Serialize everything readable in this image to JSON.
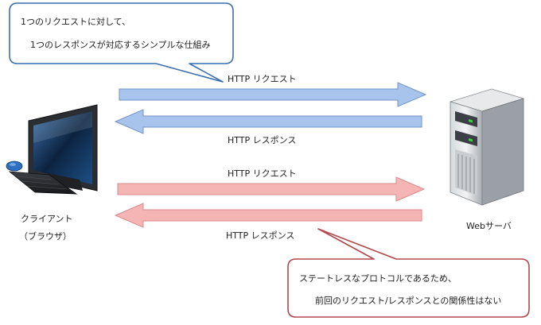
{
  "callouts": {
    "top": {
      "line1": "1つのリクエストに対して、",
      "line2": "1つのレスポンスが対応するシンプルな仕組み",
      "border": "#3c6fb0"
    },
    "bottom": {
      "line1": "ステートレスなプロトコルであるため、",
      "line2": "前回のリクエスト/レスポンスとの関係性はない",
      "border": "#b0484c"
    }
  },
  "arrows": {
    "request_1": {
      "label": "HTTP リクエスト",
      "direction": "right",
      "color": "#a9c4ec"
    },
    "response_1": {
      "label": "HTTP レスポンス",
      "direction": "left",
      "color": "#a9c4ec"
    },
    "request_2": {
      "label": "HTTP リクエスト",
      "direction": "right",
      "color": "#f5b5b5"
    },
    "response_2": {
      "label": "HTTP レスポンス",
      "direction": "left",
      "color": "#f5b5b5"
    }
  },
  "nodes": {
    "client": {
      "label_line1": "クライアント",
      "label_line2": "（ブラウザ）",
      "icon": "desktop-computer-icon"
    },
    "server": {
      "label": "Webサーバ",
      "icon": "server-tower-icon"
    }
  }
}
